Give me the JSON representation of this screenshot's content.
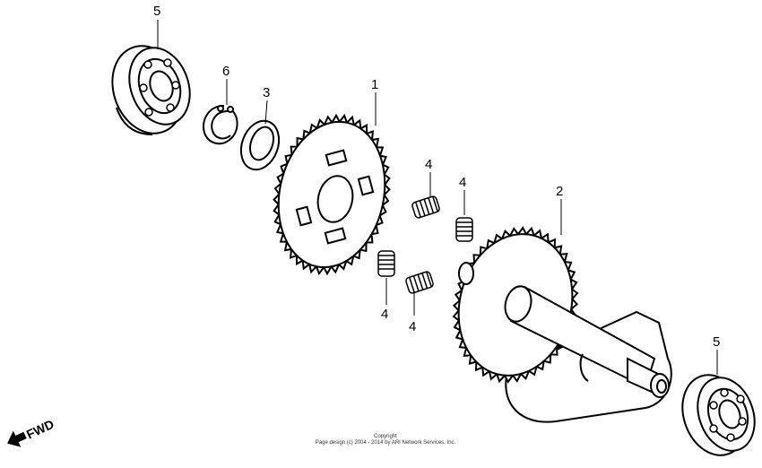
{
  "callouts": {
    "bearing_top": "5",
    "circlip": "6",
    "washer": "3",
    "driven_gear": "1",
    "spring_a": "4",
    "spring_b": "4",
    "spring_c": "4",
    "spring_d": "4",
    "balancer_shaft": "2",
    "bearing_bottom": "5"
  },
  "direction": {
    "label": "FWD",
    "icon": "arrow-left-down-icon"
  },
  "copyright": {
    "line1": "Copyright",
    "line2": "Page design (c) 2004 - 2014 by ARI Network Services, Inc."
  }
}
